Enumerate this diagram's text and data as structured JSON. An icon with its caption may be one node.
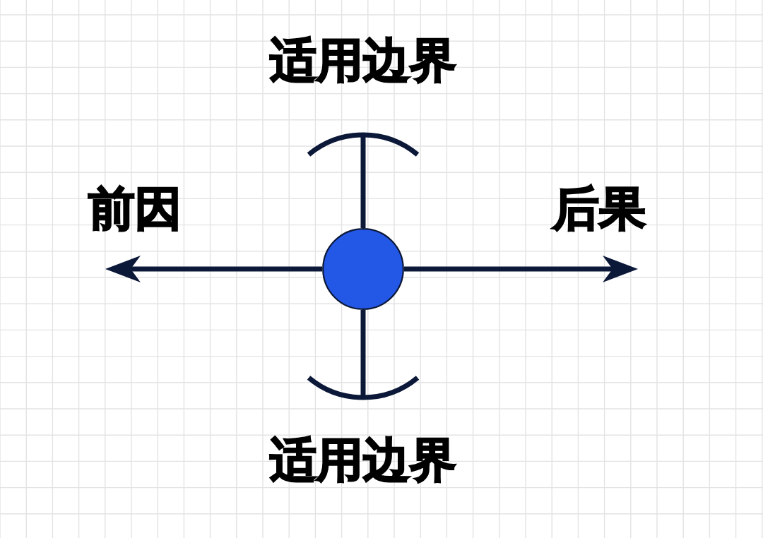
{
  "diagram": {
    "nodes": [
      {
        "text": [],
        "shape": "arc"
      },
      {
        "text": [],
        "shape": "circle"
      },
      {
        "text": [],
        "shape": "arc"
      }
    ],
    "edges": [
      {
        "from": 1,
        "to": 0,
        "arrow": "none"
      },
      {
        "from": 1,
        "to": null,
        "arrow": "to"
      },
      {
        "from": 1,
        "to": null,
        "arrow": "to"
      },
      {
        "from": 1,
        "to": 2,
        "arrow": "none"
      }
    ],
    "labels": [
      "适用边界",
      "前因",
      "后果",
      "适用边界"
    ]
  }
}
